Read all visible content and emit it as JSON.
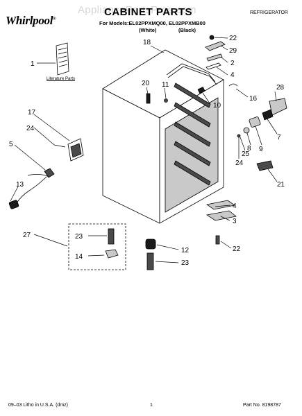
{
  "header": {
    "brand": "Whirlpool",
    "watermark": "AppliancePartsPros.com",
    "title": "CABINET PARTS",
    "category": "REFRIGERATOR",
    "models_line": "For Models:EL02PPXMQ00, EL02PPXMB00",
    "variants": [
      "(White)",
      "(Black)"
    ]
  },
  "diagram": {
    "literature_label": "Literature Parts",
    "callouts": [
      "1",
      "2",
      "3",
      "4",
      "4",
      "5",
      "7",
      "8",
      "9",
      "10",
      "11",
      "12",
      "13",
      "14",
      "16",
      "17",
      "18",
      "20",
      "21",
      "22",
      "22",
      "23",
      "23",
      "24",
      "24",
      "25",
      "27",
      "28",
      "29"
    ]
  },
  "footer": {
    "litho": "09–03 Litho in U.S.A. (dmz)",
    "page": "1",
    "part_number": "Part No. 8198787"
  }
}
